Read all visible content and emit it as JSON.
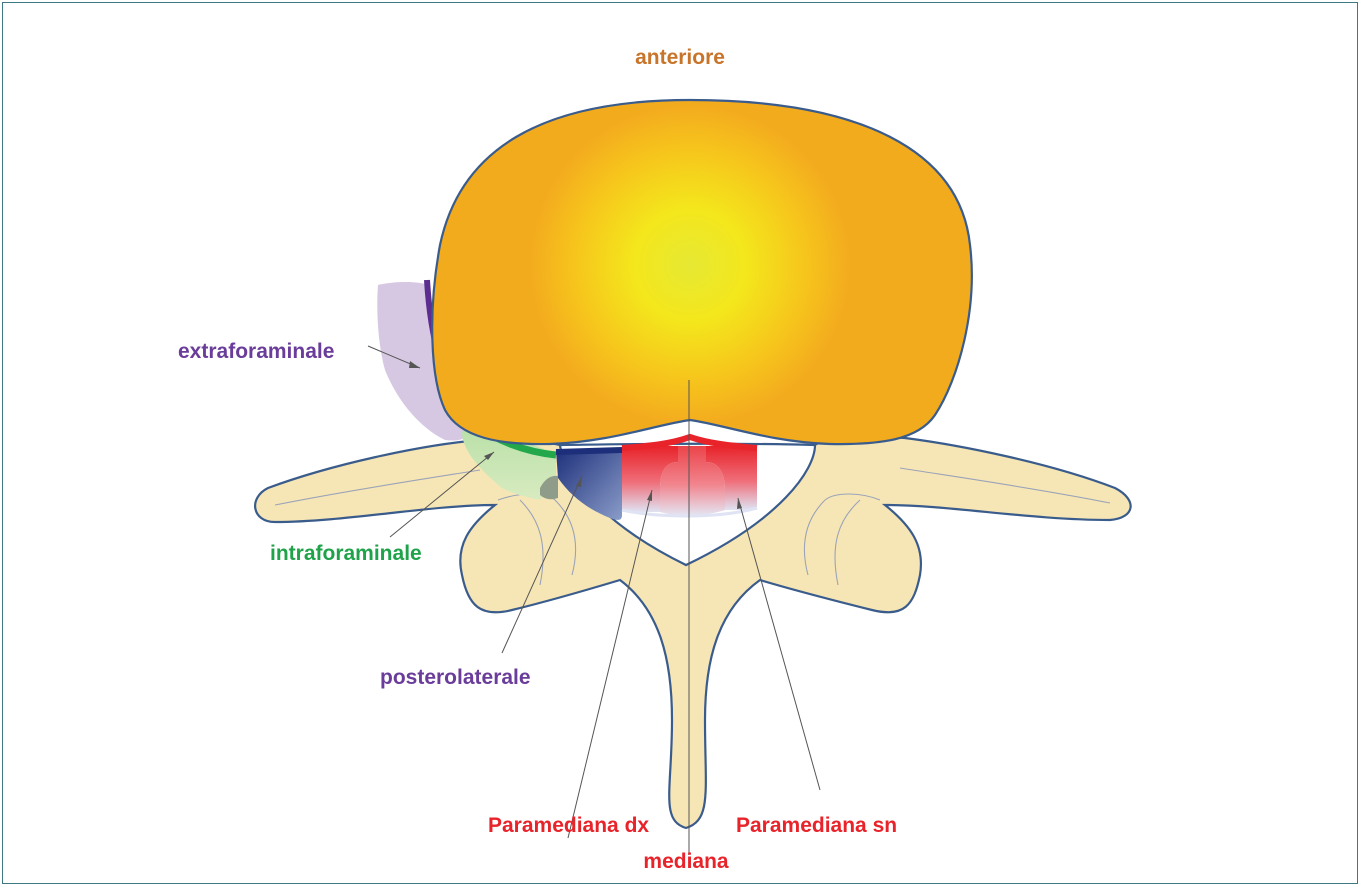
{
  "labels": {
    "anterior": "anteriore",
    "extraforaminal": "extraforaminale",
    "intraforaminal": "intraforaminale",
    "posterolateral": "posterolaterale",
    "paramedian_right": "Paramediana dx",
    "median": "mediana",
    "paramedian_left": "Paramediana sn"
  },
  "colors": {
    "anterior": "#c8742a",
    "extraforaminal": "#6a3d9a",
    "intraforaminal": "#1fa34a",
    "posterolateral": "#6a3d9a",
    "paramedian": "#e8232a",
    "median": "#e8232a",
    "disc_outer": "#f3ab1e",
    "disc_inner": "#f2ea1c",
    "bone": "#f7e6b5",
    "outline": "#3a5c8c"
  }
}
